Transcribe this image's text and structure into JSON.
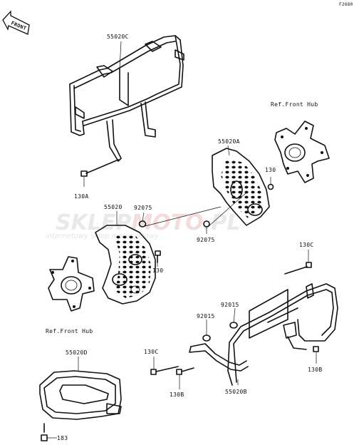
{
  "figure_code": "F2680",
  "direction_label": "FRONT",
  "watermark": {
    "brand_left": "SKLEP",
    "brand_right": "MOTO",
    "brand_suffix": ".PL",
    "tagline": "internetowy sklep motocyklowy"
  },
  "labels": {
    "p55020C": "55020C",
    "p55020A": "55020A",
    "ref_hub_top": "Ref.Front Hub",
    "p130_a": "130",
    "p130A": "130A",
    "p55020": "55020",
    "p92075_top": "92075",
    "p92075_bottom": "92075",
    "p130_b": "130",
    "ref_hub_bottom": "Ref.Front Hub",
    "p130C_top": "130C",
    "p92015_right": "92015",
    "p92015_left": "92015",
    "p130C_left": "130C",
    "p130B_right": "130B",
    "p130B_left": "130B",
    "p55020B": "55020B",
    "p55020D": "55020D",
    "p183": "183"
  }
}
